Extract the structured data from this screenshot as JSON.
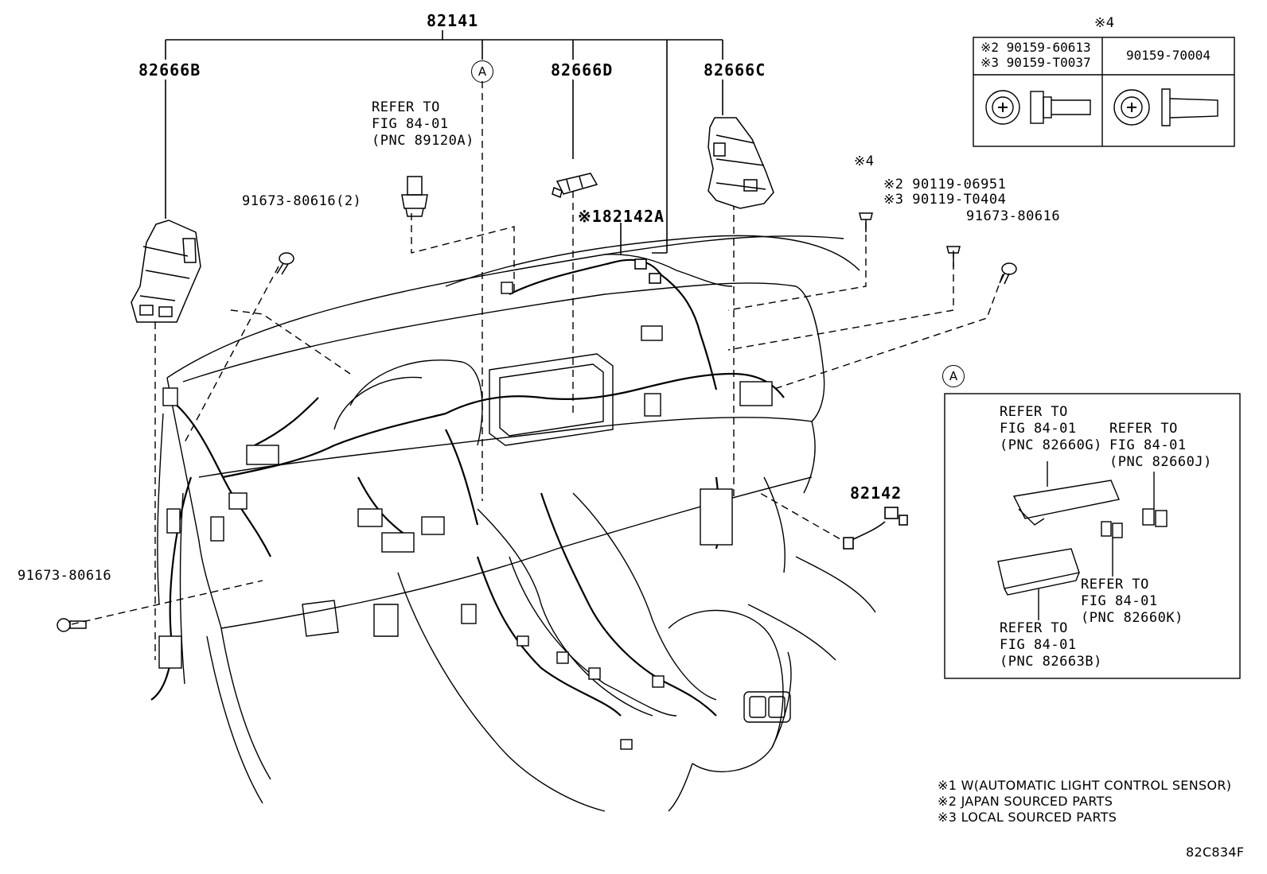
{
  "diagram_id": "82C834F",
  "parts": {
    "harness_main": "82141",
    "bracket_left": "82666B",
    "bracket_center": "82666D",
    "bracket_right": "82666C",
    "sub_harness": "82142",
    "sub_harness_a": "※182142A",
    "bolt_left_2": "91673-80616(2)",
    "bolt_left_low": "91673-80616",
    "bolt_right": "91673-80616",
    "screw_4": "※4",
    "screw_jp": "※2 90119-06951",
    "screw_local": "※3 90119-T0404"
  },
  "refer_main": "REFER TO\nFIG 84-01\n(PNC 89120A)",
  "callout_label": "A",
  "table": {
    "header_mark": "※4",
    "col1_line1": "※2 90159-60613",
    "col1_line2": "※3 90159-T0037",
    "col2": "90159-70004"
  },
  "detail_a": {
    "ref_g": "REFER TO\nFIG 84-01\n(PNC 82660G)",
    "ref_j": "REFER TO\nFIG 84-01\n(PNC 82660J)",
    "ref_k": "REFER TO\nFIG 84-01\n(PNC 82660K)",
    "ref_b": "REFER TO\nFIG 84-01\n(PNC 82663B)"
  },
  "notes": {
    "n1": "※1 W(AUTOMATIC LIGHT CONTROL SENSOR)",
    "n2": "※2 JAPAN SOURCED PARTS",
    "n3": "※3 LOCAL SOURCED PARTS"
  }
}
